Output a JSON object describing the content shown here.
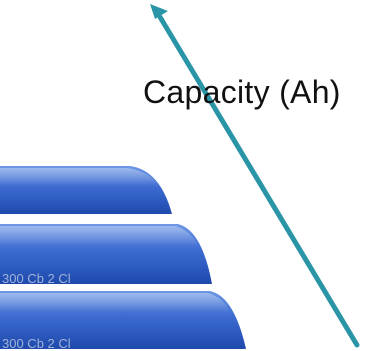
{
  "capacity_label": "Capacity (Ah)",
  "bar_texts": [
    "300 Cb 2 Cl",
    "300 Cb 2 Cl"
  ],
  "colors": {
    "bar_top": "#5d8ae0",
    "bar_bottom": "#2250b5",
    "arrow": "#2a95a6",
    "background": "#ffffff"
  },
  "icons": [
    "up-arrow-icon"
  ]
}
